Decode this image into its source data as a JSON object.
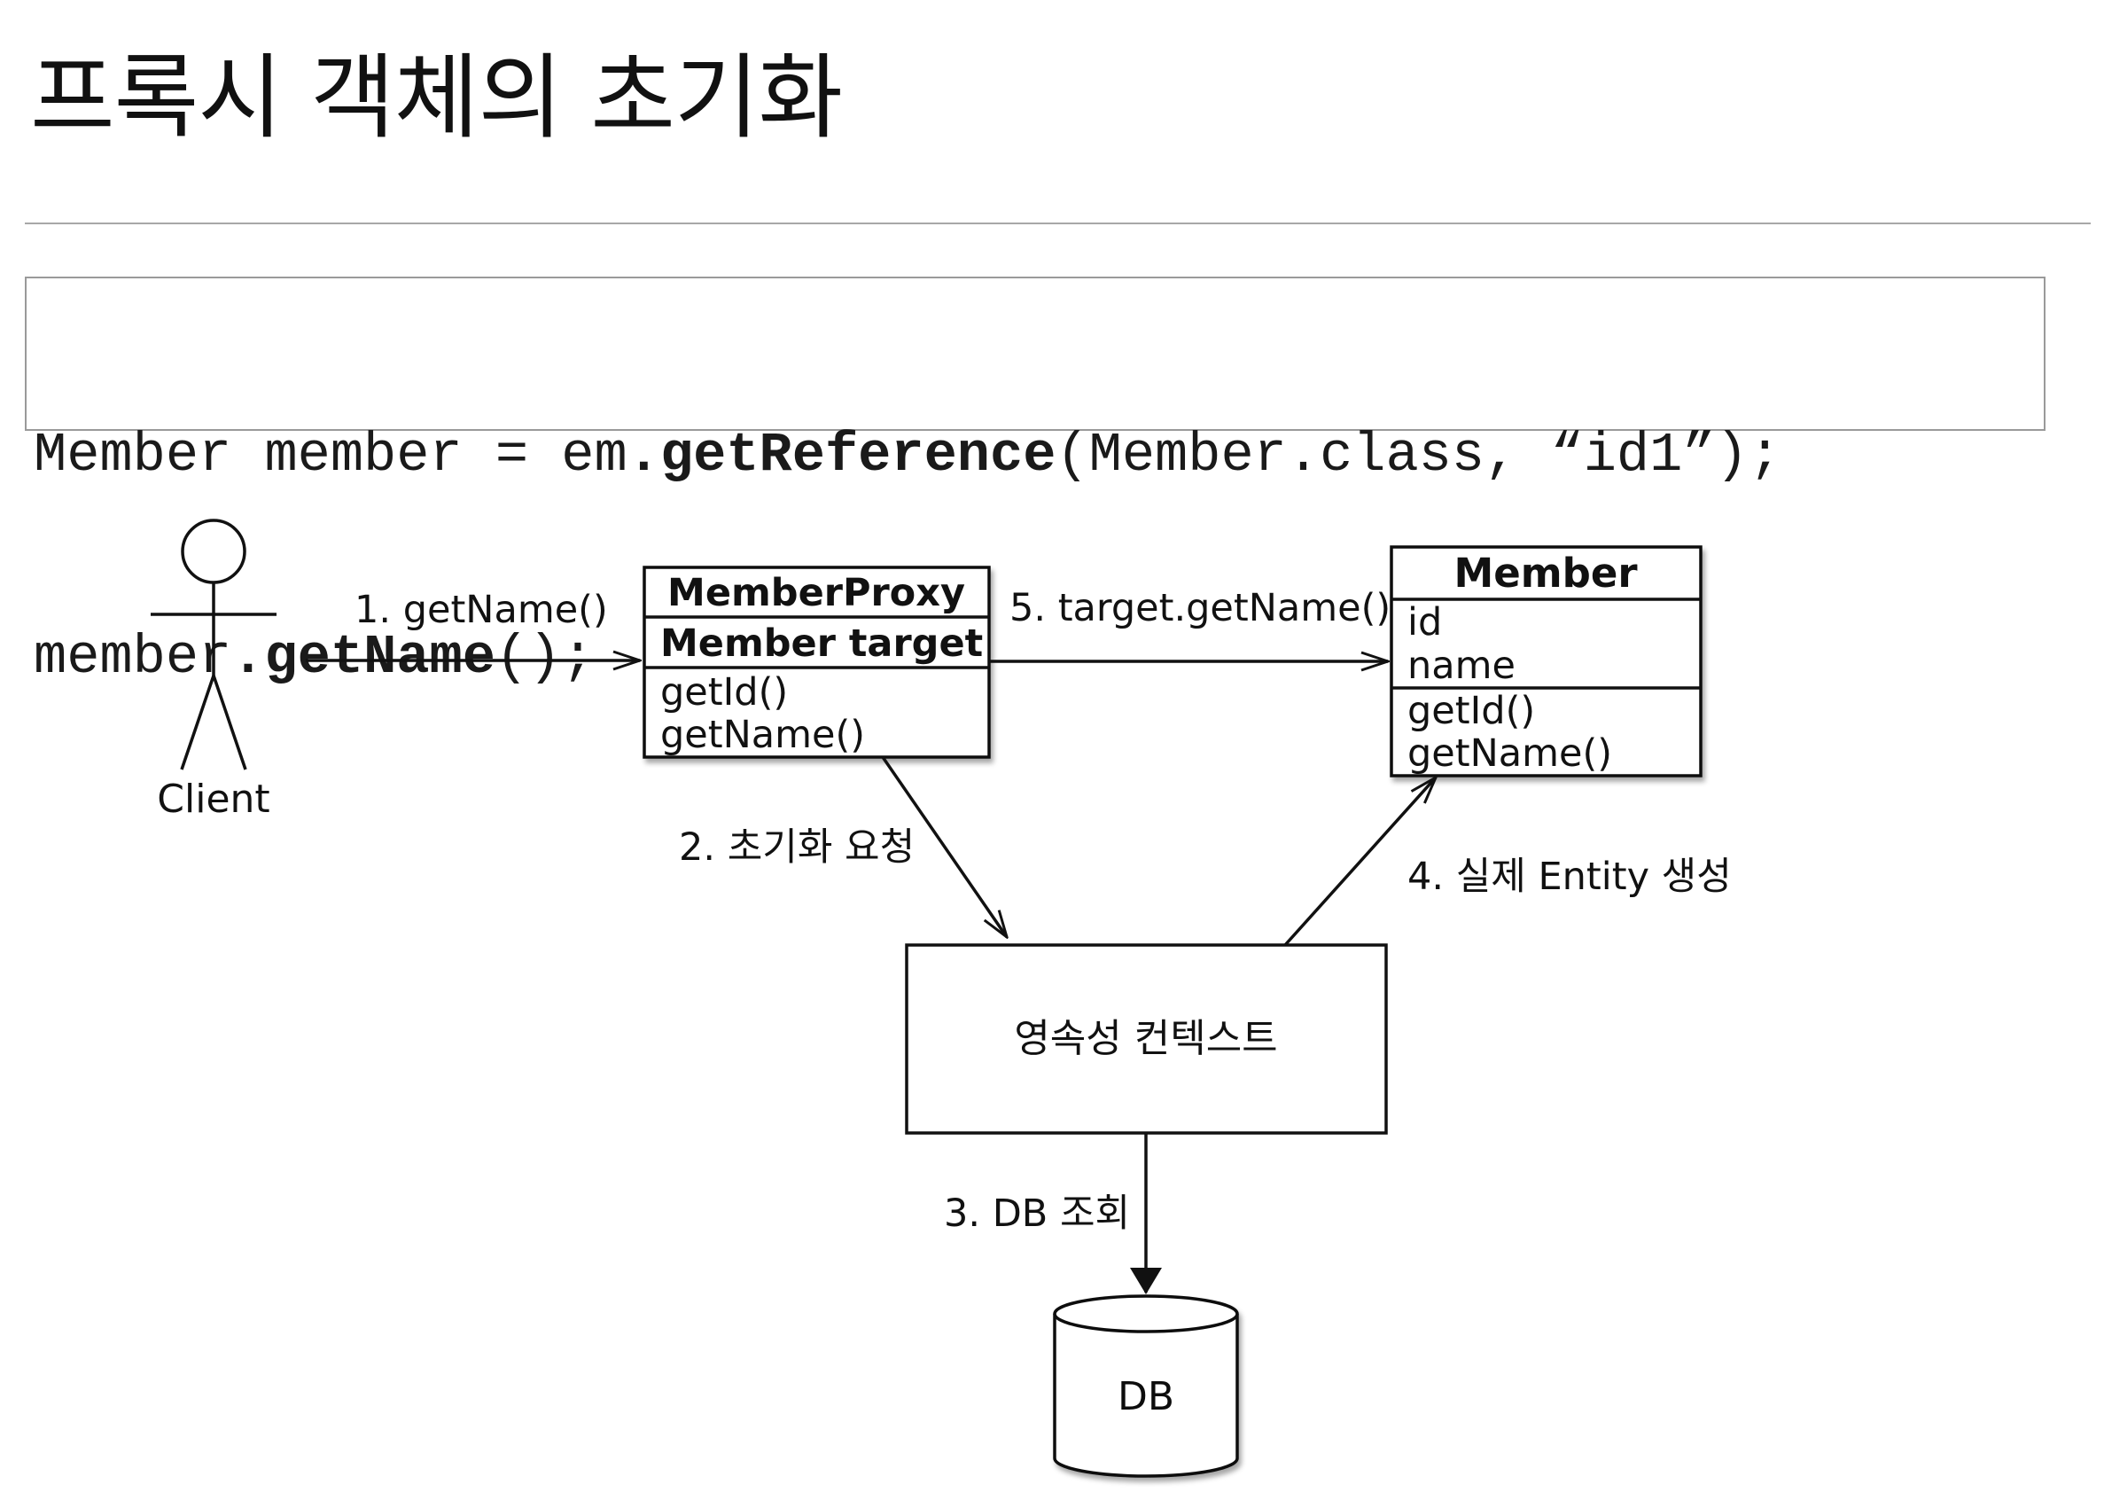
{
  "title": "프록시 객체의 초기화",
  "code": {
    "line1": {
      "prefix": "Member member = em",
      "dot": ".",
      "method": "getReference",
      "suffix": "(Member.class, “id1”);"
    },
    "line2": {
      "prefix": "member",
      "dot": ".",
      "method": "getName",
      "suffix": "();"
    }
  },
  "diagram": {
    "client_label": "Client",
    "proxy": {
      "name": "MemberProxy",
      "field": "Member target",
      "methods": [
        "getId()",
        "getName()"
      ]
    },
    "member": {
      "name": "Member",
      "fields": [
        "id",
        "name"
      ],
      "methods": [
        "getId()",
        "getName()"
      ]
    },
    "persistence_context_label": "영속성 컨텍스트",
    "db_label": "DB",
    "steps": {
      "step1": "1. getName()",
      "step2": "2. 초기화 요청",
      "step3": "3. DB 조회",
      "step4": "4. 실제 Entity 생성",
      "step5": "5. target.getName()"
    }
  }
}
